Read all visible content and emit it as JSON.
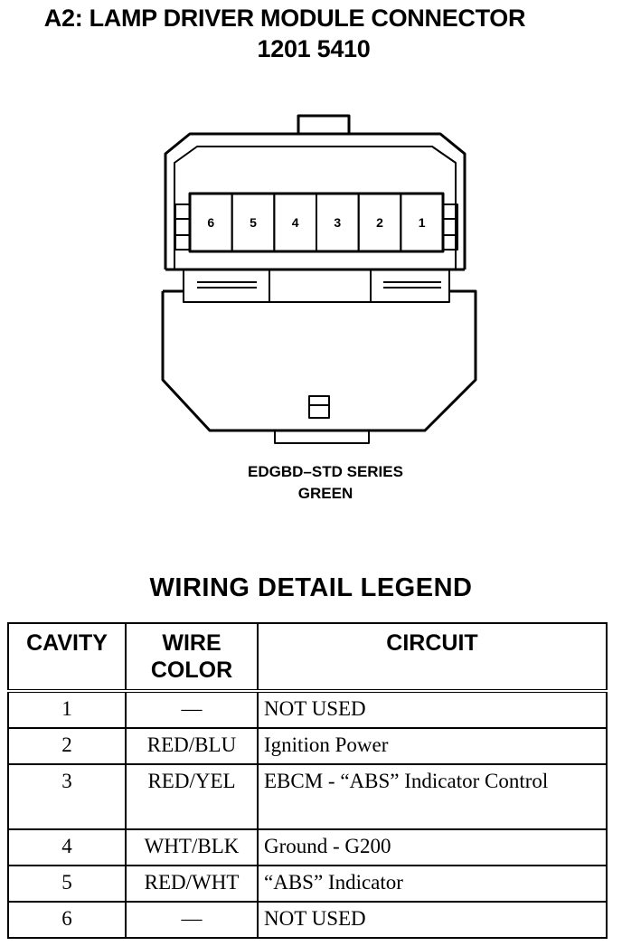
{
  "title": {
    "line1": "A2: LAMP DRIVER MODULE CONNECTOR",
    "line2": "1201 5410"
  },
  "connector": {
    "cavities": [
      "6",
      "5",
      "4",
      "3",
      "2",
      "1"
    ],
    "series": "EDGBD–STD SERIES",
    "color": "GREEN"
  },
  "legend": {
    "title": "WIRING DETAIL LEGEND",
    "headers": {
      "cavity": "CAVITY",
      "wire_color": "WIRE COLOR",
      "circuit": "CIRCUIT"
    },
    "rows": [
      {
        "cavity": "1",
        "wire_color": "—",
        "circuit": "NOT USED"
      },
      {
        "cavity": "2",
        "wire_color": "RED/BLU",
        "circuit": "Ignition Power"
      },
      {
        "cavity": "3",
        "wire_color": "RED/YEL",
        "circuit": "EBCM - “ABS” Indicator Control"
      },
      {
        "cavity": "4",
        "wire_color": "WHT/BLK",
        "circuit": "Ground - G200"
      },
      {
        "cavity": "5",
        "wire_color": "RED/WHT",
        "circuit": "“ABS” Indicator"
      },
      {
        "cavity": "6",
        "wire_color": "—",
        "circuit": "NOT USED"
      }
    ]
  }
}
